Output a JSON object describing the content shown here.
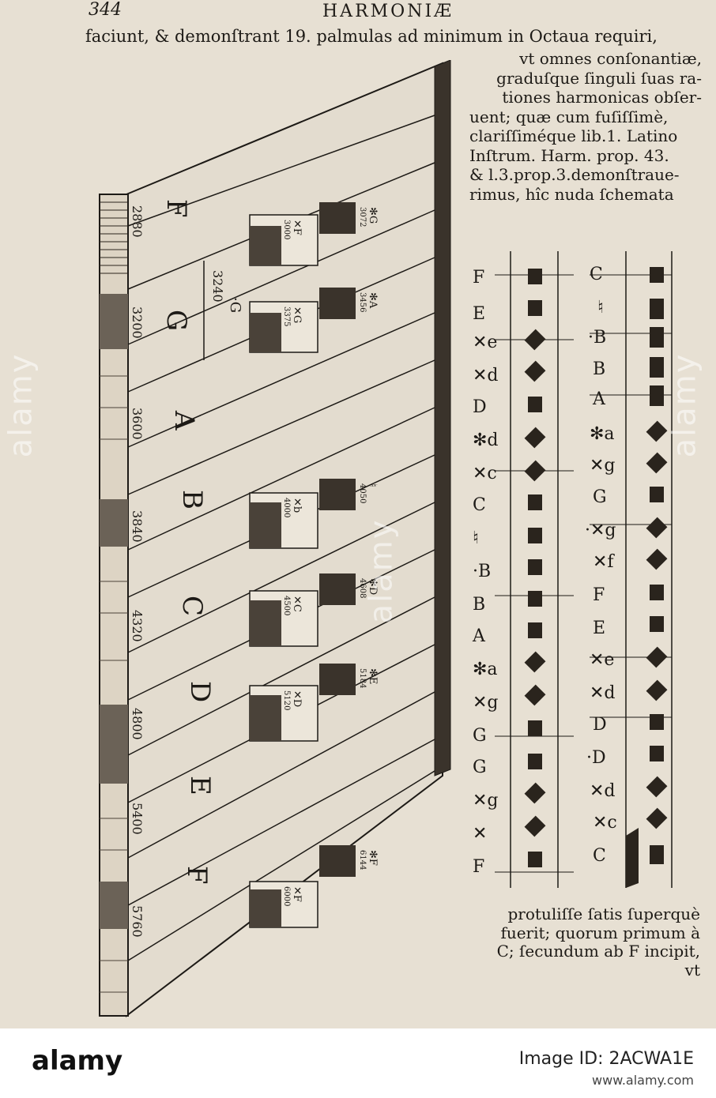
{
  "header": {
    "page_number": "344",
    "running_head": "HARMONIÆ",
    "first_line": "faciunt, & demonſtrant 19. palmulas ad minimum in Octaua requiri,"
  },
  "right_column": [
    "vt omnes conſonantiæ,",
    "graduſque ſinguli ſuas ra-",
    "tiones harmonicas obſer-",
    "uent; quæ cum fuſiſſimè,",
    "clariſſiméque lib.1. Latino",
    "Inſtrum. Harm. prop. 43.",
    "& l.3.prop.3.demonſtraue-",
    "rimus, hîc nuda ſchemata"
  ],
  "bottom_text": [
    "protuliſſe ſatis ſuperquè",
    "fuerit; quorum primum à",
    "C; ſecundum ab F incipit,",
    "vt"
  ],
  "figure": {
    "large_letters": [
      "F",
      "G",
      "A",
      "B",
      "C",
      "D",
      "E",
      "F"
    ],
    "small_G": "·G",
    "numbers": [
      "2880",
      "3240",
      "3200",
      "3600",
      "3840",
      "4320",
      "4800",
      "5400",
      "5760"
    ],
    "sharps": [
      {
        "front": "✕F",
        "front_num": "3000",
        "back": "✻G",
        "back_num": "3072"
      },
      {
        "front": "✕G",
        "front_num": "3375",
        "back": "✻A",
        "back_num": "3456"
      },
      {
        "front": "✕b",
        "front_num": "4000",
        "back": "♮",
        "back_num": "4050"
      },
      {
        "front": "✕C",
        "front_num": "4500",
        "back": "✻D",
        "back_num": "4608"
      },
      {
        "front": "✕D",
        "front_num": "5120",
        "back": "✻E",
        "back_num": "5184"
      },
      {
        "front": "✕F",
        "front_num": "6000",
        "back": "✻F",
        "back_num": "6144"
      }
    ]
  },
  "scale_left": [
    "F",
    "E",
    "✕e",
    "✕d",
    "D",
    "✻d",
    "✕c",
    "C",
    "♮",
    "·B",
    "B",
    "A",
    "✻a",
    "✕g",
    "G",
    "G",
    "✕g",
    "✕",
    "F"
  ],
  "scale_right": [
    "C",
    "♮",
    "·B",
    "B",
    "A",
    "✻a",
    "✕g",
    "G",
    "·✕g",
    "✕f",
    "F",
    "E",
    "✕e",
    "✕d",
    "D",
    "·D",
    "✕d",
    "✕c",
    "C"
  ],
  "watermark": "alamy",
  "footer": {
    "brand": "alamy",
    "image_id": "Image ID: 2ACWA1E",
    "url": "www.alamy.com"
  }
}
